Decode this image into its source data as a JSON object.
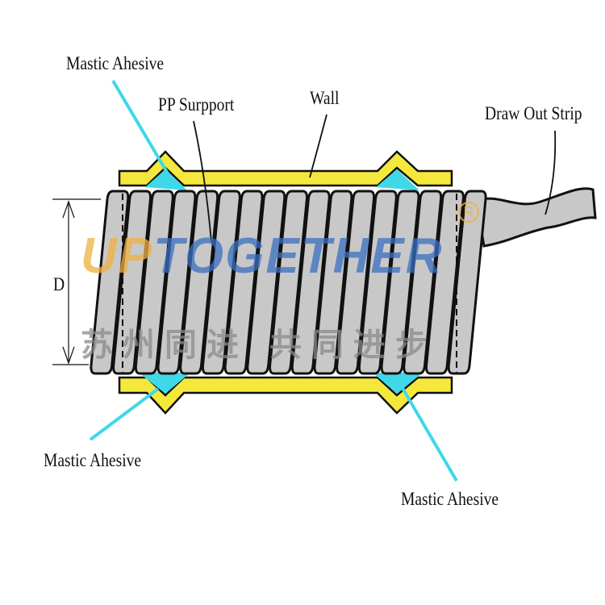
{
  "labels": {
    "mastic_top": "Mastic Ahesive",
    "pp_support": "PP Surpport",
    "wall": "Wall",
    "draw_out_strip": "Draw Out Strip",
    "diameter": "D",
    "mastic_bottom_left": "Mastic Ahesive",
    "mastic_bottom_right": "Mastic Ahesive"
  },
  "watermark": {
    "brand_part1": "UP",
    "brand_part2": "TOGETHER",
    "registered": "R",
    "chinese": "苏州同进 共同进步"
  },
  "colors": {
    "wall": "#f5e83c",
    "mastic": "#3fd8e8",
    "coil": "#c8c8c8",
    "outline": "#111111"
  },
  "coil_count": 17
}
